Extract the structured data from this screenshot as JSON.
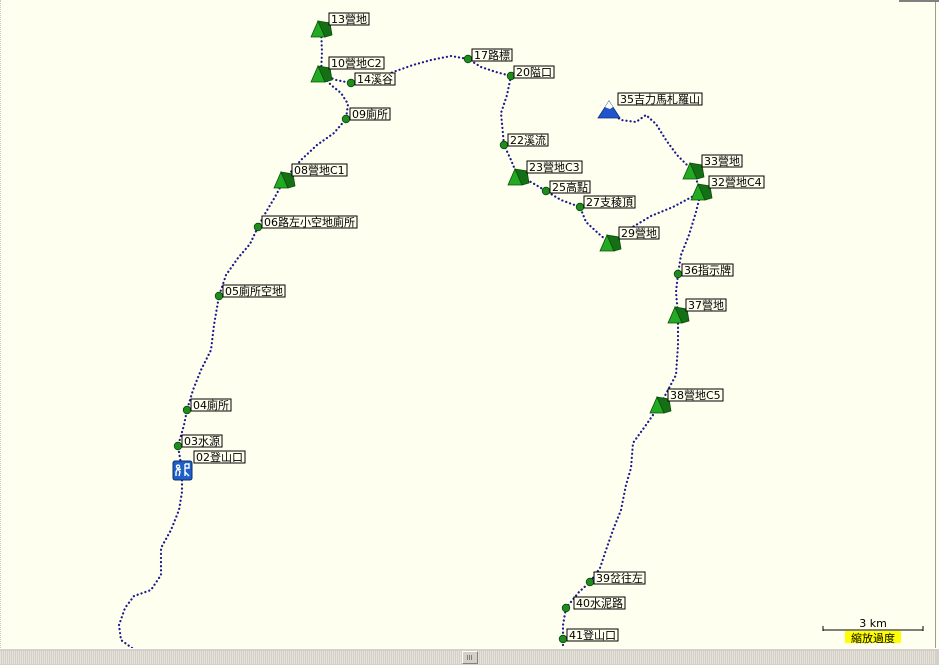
{
  "map": {
    "route_color": "#1a1a8c",
    "waypoint_color": "#1e8c1e",
    "camp_color": "#22aa22",
    "summit_color": "#2255cc",
    "trailhead_color": "#1f5fc8",
    "waypoints": [
      {
        "id": "13",
        "label": "13營地",
        "icon": "camp-icon"
      },
      {
        "id": "10",
        "label": "10營地C2",
        "icon": "camp-icon"
      },
      {
        "id": "14",
        "label": "14溪谷",
        "icon": "waypoint-dot-icon"
      },
      {
        "id": "17",
        "label": "17路標",
        "icon": "waypoint-dot-icon"
      },
      {
        "id": "20",
        "label": "20隘口",
        "icon": "waypoint-dot-icon"
      },
      {
        "id": "09",
        "label": "09廁所",
        "icon": "waypoint-dot-icon"
      },
      {
        "id": "35",
        "label": "35吉力馬札羅山",
        "icon": "summit-icon"
      },
      {
        "id": "22",
        "label": "22溪流",
        "icon": "waypoint-dot-icon"
      },
      {
        "id": "33",
        "label": "33營地",
        "icon": "camp-icon"
      },
      {
        "id": "08",
        "label": "08營地C1",
        "icon": "camp-icon"
      },
      {
        "id": "23",
        "label": "23營地C3",
        "icon": "camp-icon"
      },
      {
        "id": "32",
        "label": "32營地C4",
        "icon": "camp-icon"
      },
      {
        "id": "25",
        "label": "25高點",
        "icon": "waypoint-dot-icon"
      },
      {
        "id": "27",
        "label": "27支稜頂",
        "icon": "waypoint-dot-icon"
      },
      {
        "id": "06",
        "label": "06路左小空地廁所",
        "icon": "waypoint-dot-icon"
      },
      {
        "id": "29",
        "label": "29營地",
        "icon": "camp-icon"
      },
      {
        "id": "36",
        "label": "36指示牌",
        "icon": "waypoint-dot-icon"
      },
      {
        "id": "05",
        "label": "05廁所空地",
        "icon": "waypoint-dot-icon"
      },
      {
        "id": "37",
        "label": "37營地",
        "icon": "camp-icon"
      },
      {
        "id": "38",
        "label": "38營地C5",
        "icon": "camp-icon"
      },
      {
        "id": "04",
        "label": "04廁所",
        "icon": "waypoint-dot-icon"
      },
      {
        "id": "03",
        "label": "03水源",
        "icon": "waypoint-dot-icon"
      },
      {
        "id": "02",
        "label": "02登山口",
        "icon": "trailhead-icon"
      },
      {
        "id": "39",
        "label": "39岔往左",
        "icon": "waypoint-dot-icon"
      },
      {
        "id": "40",
        "label": "40水泥路",
        "icon": "waypoint-dot-icon"
      },
      {
        "id": "41",
        "label": "41登山口",
        "icon": "waypoint-dot-icon"
      }
    ]
  },
  "scale_bar": {
    "label": "3 km",
    "zoom_label": "縮放過度",
    "zoom_bg": "#ffff00"
  }
}
